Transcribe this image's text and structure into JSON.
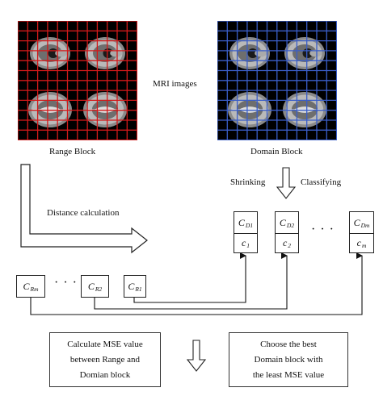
{
  "labels": {
    "mri_images": "MRI images",
    "range_block": "Range Block",
    "domain_block": "Domain Block",
    "shrinking": "Shrinking",
    "classifying": "Classifying",
    "distance_calculation": "Distance calculation",
    "dots": "· · ·"
  },
  "domain_boxes": [
    {
      "c_main": "C",
      "c_sub": "D1",
      "v_main": "c",
      "v_sub": "1"
    },
    {
      "c_main": "C",
      "c_sub": "D2",
      "v_main": "c",
      "v_sub": "2"
    },
    {
      "c_main": "C",
      "c_sub": "Dm",
      "v_main": "c",
      "v_sub": "m"
    }
  ],
  "range_boxes": [
    {
      "main": "C",
      "sub": "Rm"
    },
    {
      "main": "C",
      "sub": "R2"
    },
    {
      "main": "C",
      "sub": "R1"
    }
  ],
  "bottom_left_box": {
    "line1": "Calculate MSE value",
    "line2": "between Range and",
    "line3": "Domian block"
  },
  "bottom_right_box": {
    "line1": "Choose the best",
    "line2": "Domain block with",
    "line3": "the least MSE value"
  },
  "colors": {
    "range_grid": "#d21a1a",
    "domain_grid": "#3a5ec8",
    "panel_background": "#000000"
  },
  "icons": {
    "brain_scan": "mri-slice",
    "arrow": "hollow-arrow"
  }
}
